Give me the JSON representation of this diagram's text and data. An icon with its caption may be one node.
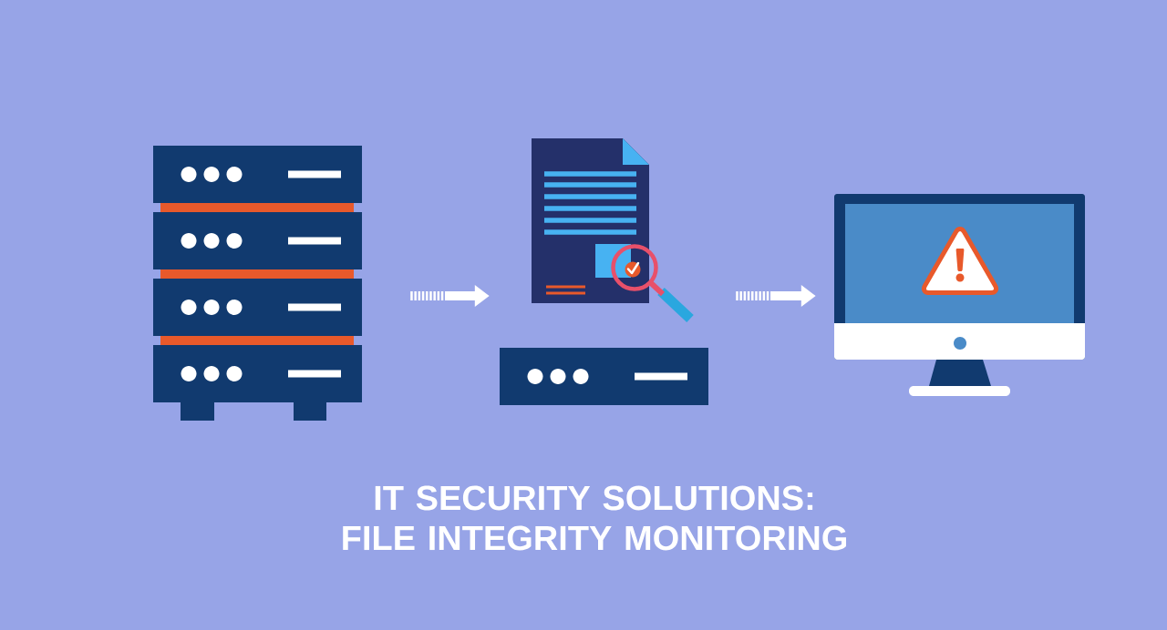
{
  "diagram": {
    "title": "IT SECURITY SOLUTIONS: FILE INTEGRITY MONITORING",
    "nodes": [
      {
        "text": [],
        "shape": "picture"
      },
      {
        "text": [],
        "shape": "picture"
      },
      {
        "text": [],
        "shape": "picture"
      },
      {
        "text": [],
        "shape": "picture"
      }
    ],
    "edges": [
      {
        "from": 0,
        "to": 1,
        "arrow": "to",
        "style": "dashed"
      },
      {
        "from": 1,
        "to": 3,
        "arrow": "to",
        "style": "dashed"
      }
    ]
  }
}
